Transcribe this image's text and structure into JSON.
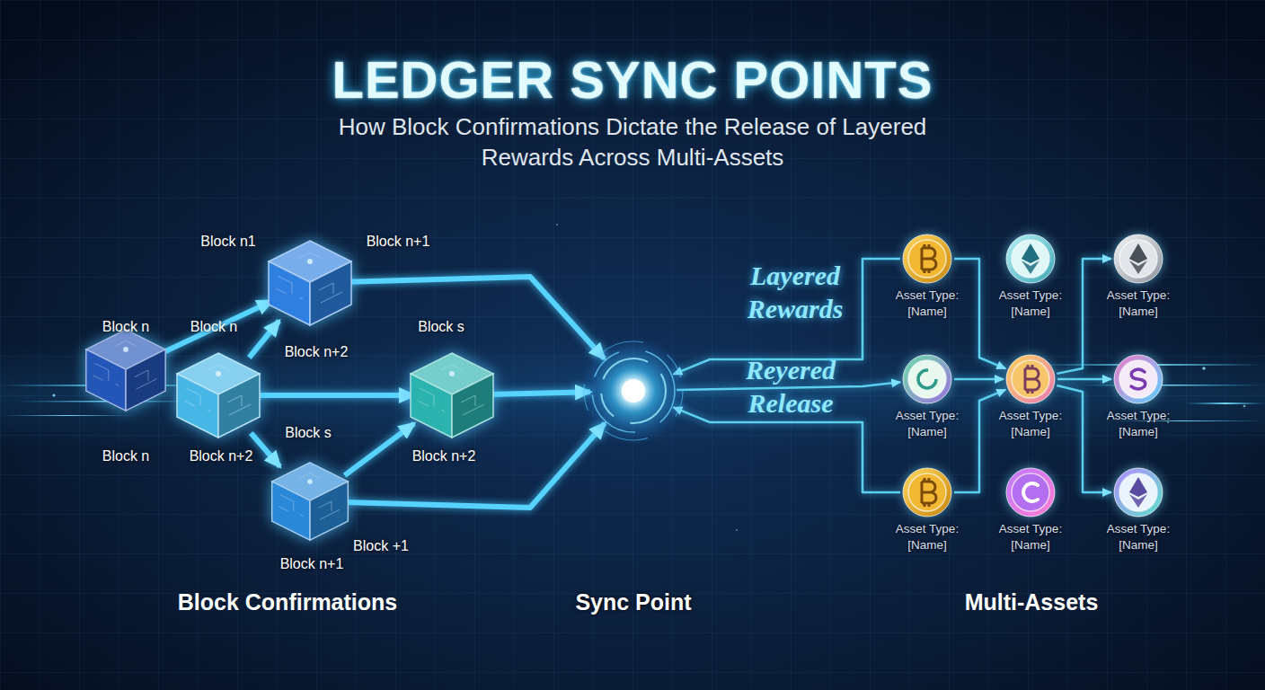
{
  "diagram": {
    "title": "LEDGER SYNC POINTS",
    "nodes": [
      {
        "text": [
          "Block n",
          "Block n"
        ]
      },
      {
        "text": [
          "Block n",
          "Block n+2"
        ]
      },
      {
        "text": [
          "Block n1",
          "Block n+1",
          "Block n+2"
        ]
      },
      {
        "text": [
          "Block s",
          "Block n+2"
        ]
      },
      {
        "text": [
          "Block s",
          "Block +1",
          "Block n+1"
        ]
      },
      {
        "text": [
          "Sync Point"
        ]
      },
      {
        "text": [
          "Asset Type: [Name]"
        ]
      },
      {
        "text": [
          "Asset Type: [Name]"
        ]
      },
      {
        "text": [
          "Asset Type: [Name]"
        ]
      },
      {
        "text": [
          "Asset Type: [Name]"
        ]
      },
      {
        "text": [
          "Asset Type: [Name]"
        ]
      },
      {
        "text": [
          "Asset Type: [Name]"
        ]
      },
      {
        "text": [
          "Asset Type: [Name]"
        ]
      },
      {
        "text": [
          "Asset Type: [Name]"
        ]
      },
      {
        "text": [
          "Asset Type: [Name]"
        ]
      }
    ],
    "edges": [
      {
        "from": 0,
        "to": 2,
        "arrow": "to"
      },
      {
        "from": 1,
        "to": 2,
        "arrow": "to"
      },
      {
        "from": 1,
        "to": 3,
        "arrow": "to"
      },
      {
        "from": 1,
        "to": 4,
        "arrow": "to"
      },
      {
        "from": 4,
        "to": 3,
        "arrow": "to"
      },
      {
        "from": 2,
        "to": 5,
        "arrow": "to"
      },
      {
        "from": 3,
        "to": 5,
        "arrow": "to"
      },
      {
        "from": 4,
        "to": 5,
        "arrow": "to"
      },
      {
        "from": 6,
        "to": 5,
        "label": "Layered Rewards",
        "arrow": "to"
      },
      {
        "from": 5,
        "to": 9,
        "label": "Reyered Release",
        "arrow": "to"
      },
      {
        "from": 12,
        "to": 5,
        "arrow": "to"
      },
      {
        "from": 6,
        "to": 10,
        "arrow": "to"
      },
      {
        "from": 9,
        "to": 10,
        "arrow": "to"
      },
      {
        "from": 10,
        "to": 11,
        "arrow": "to"
      },
      {
        "from": 10,
        "to": 8,
        "arrow": "to"
      },
      {
        "from": 10,
        "to": 14,
        "arrow": "to"
      },
      {
        "from": 12,
        "to": 10,
        "arrow": "to"
      }
    ],
    "labels": [
      "How Block Confirmations Dictate the Release of Layered Rewards Across Multi-Assets",
      "Block Confirmations",
      "Multi-Assets"
    ]
  }
}
